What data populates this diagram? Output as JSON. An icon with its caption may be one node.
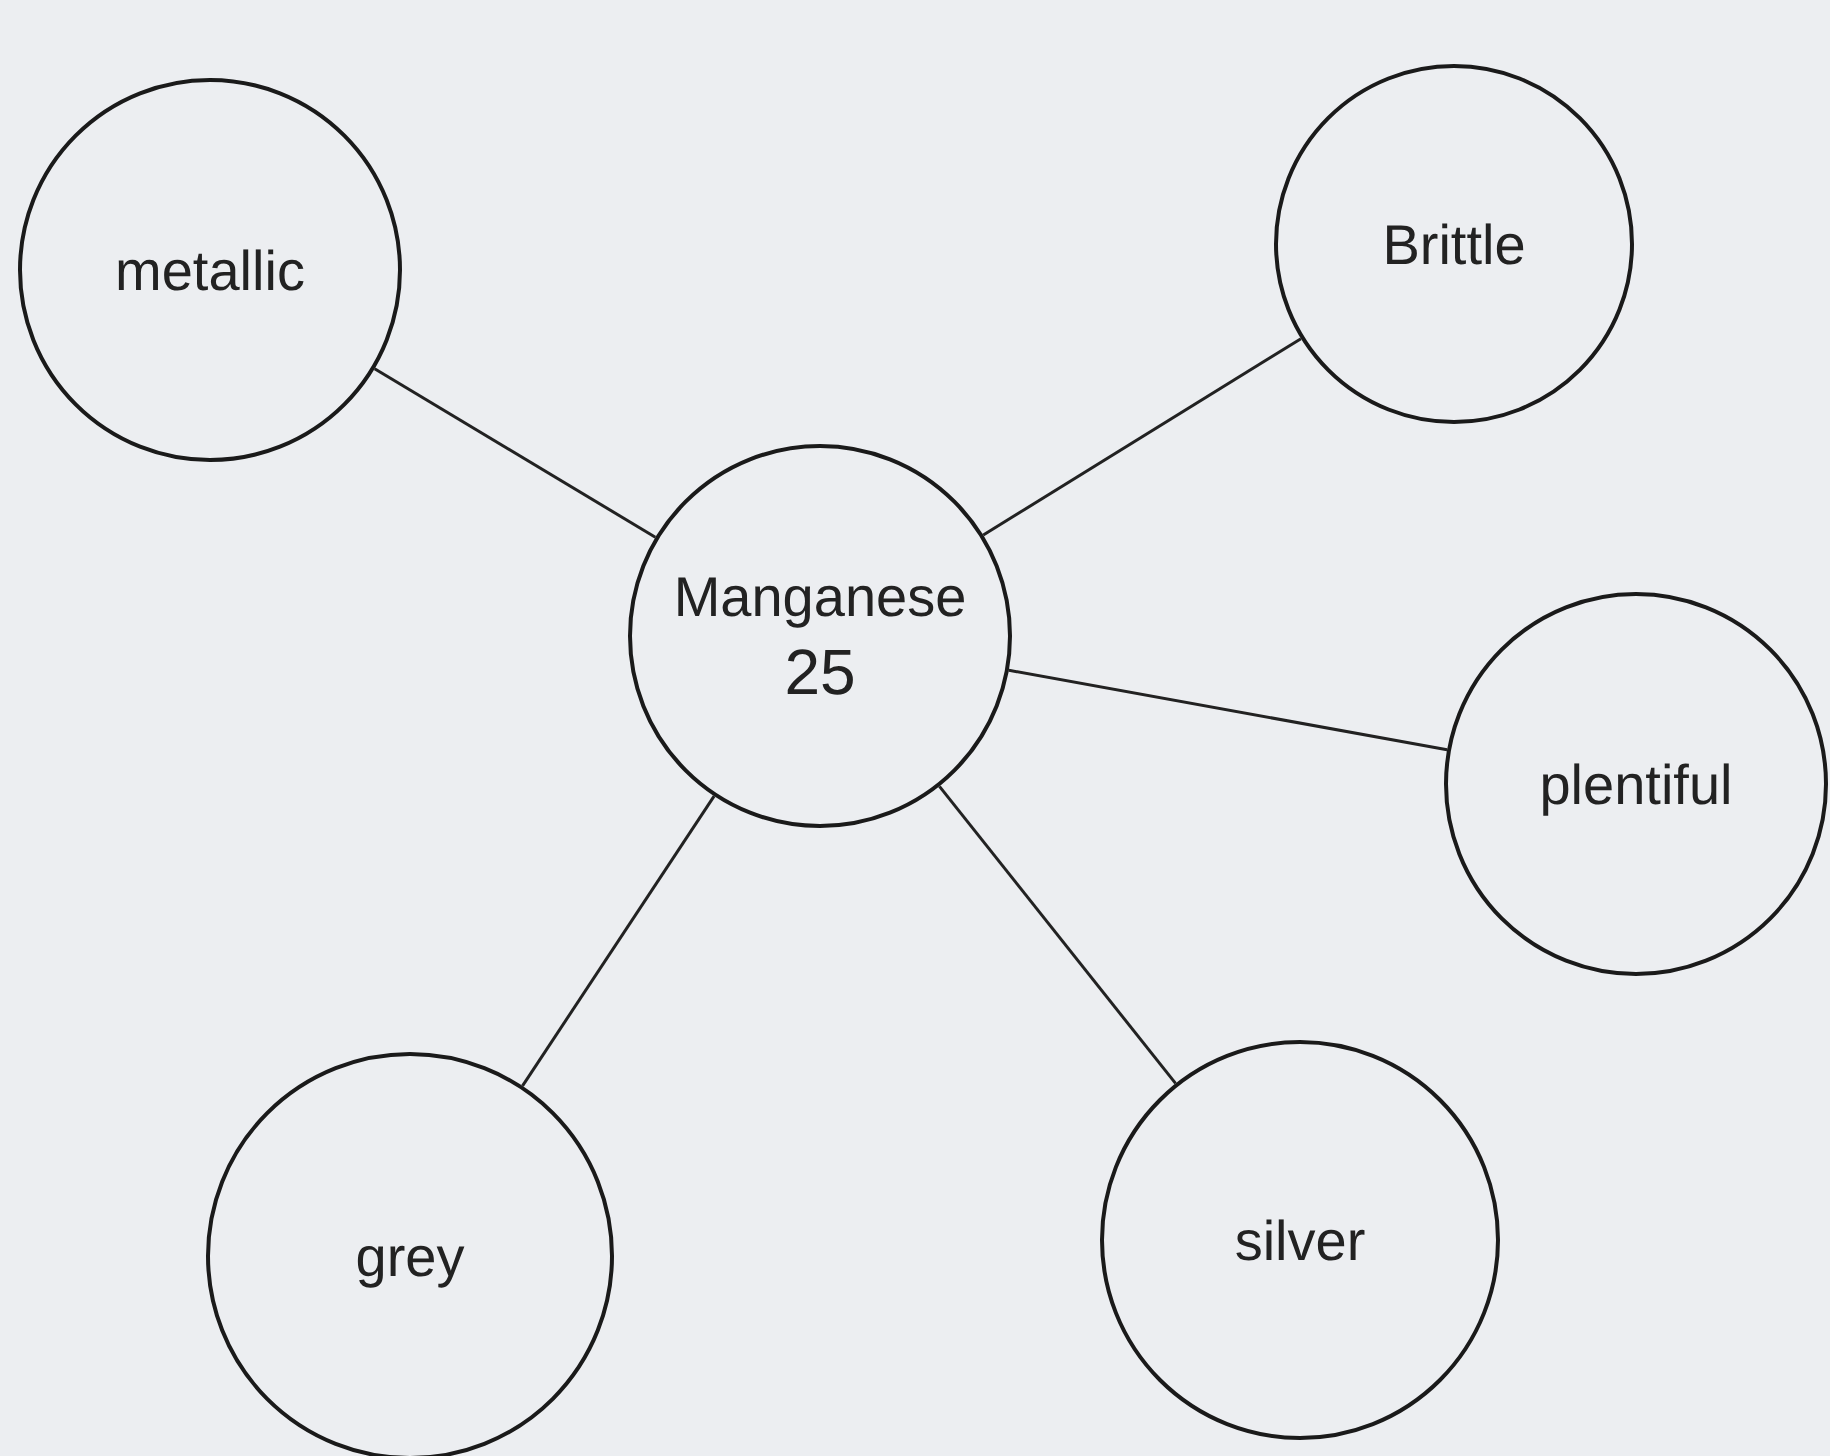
{
  "diagram": {
    "nodes": [
      {
        "text": [
          "metallic"
        ]
      },
      {
        "text": [
          "Brittle"
        ]
      },
      {
        "text": [
          "Manganese",
          "25"
        ]
      },
      {
        "text": [
          "plentiful"
        ]
      },
      {
        "text": [
          "grey"
        ]
      },
      {
        "text": [
          "silver"
        ]
      }
    ],
    "edges": [
      {
        "from": 2,
        "to": 0,
        "arrow": "none"
      },
      {
        "from": 2,
        "to": 1,
        "arrow": "none"
      },
      {
        "from": 2,
        "to": 3,
        "arrow": "none"
      },
      {
        "from": 2,
        "to": 4,
        "arrow": "none"
      },
      {
        "from": 2,
        "to": 5,
        "arrow": "none"
      }
    ]
  }
}
